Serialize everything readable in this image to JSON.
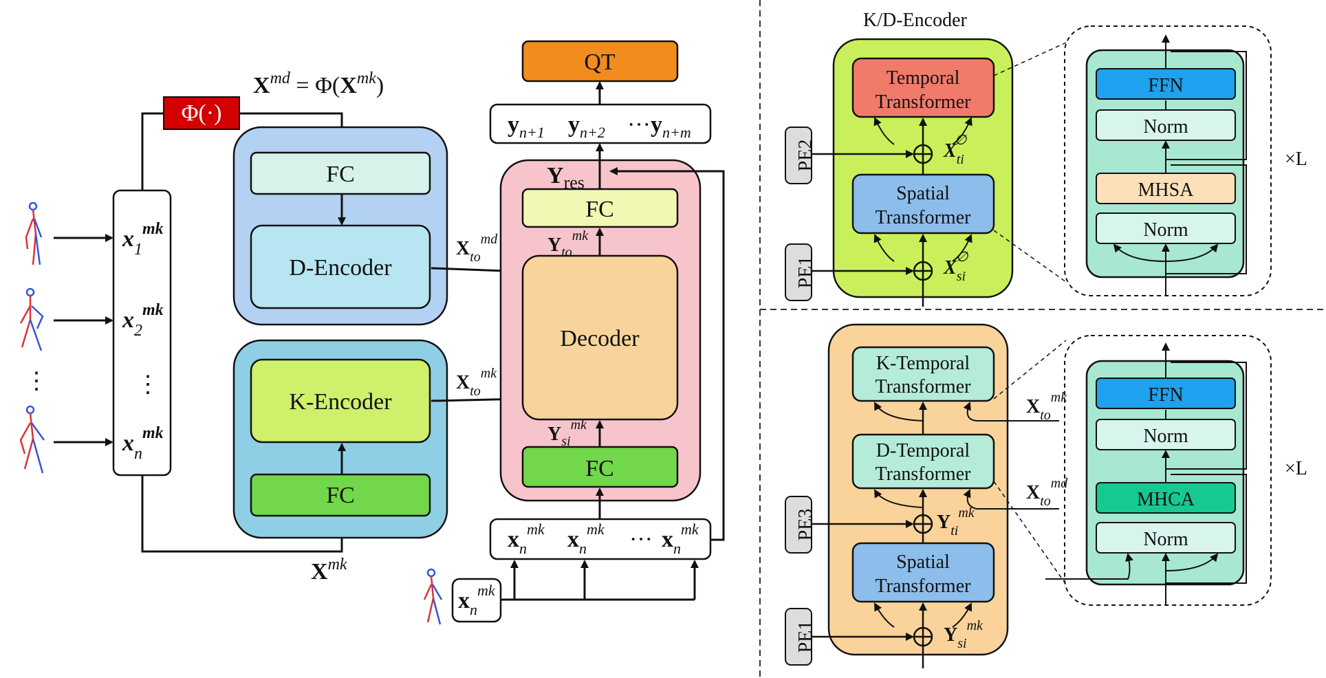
{
  "left": {
    "qt": "QT",
    "phi": "Φ(·)",
    "phi_eq": "X^md = Φ(X^mk)",
    "fc_top": "FC",
    "d_encoder": "D-Encoder",
    "k_encoder": "K-Encoder",
    "fc_k": "FC",
    "fc_dec_top": "FC",
    "decoder": "Decoder",
    "fc_dec_bottom": "FC",
    "y_res": "Y_res",
    "y_to_mk": "Y_to^mk",
    "y_si_mk": "Y_si^mk",
    "x_to_md": "X_to^md",
    "x_to_mk": "X_to^mk",
    "x_mk": "X^mk",
    "xn_mk": "x_n^mk",
    "outputs": [
      "y_{n+1}",
      "y_{n+2}",
      "···y_{n+m}"
    ],
    "inputs": [
      "x_1^mk",
      "x_2^mk",
      "⋮",
      "x_n^mk"
    ],
    "repeat_inputs": [
      "x_n^mk",
      "x_n^mk",
      "···",
      "x_n^mk"
    ]
  },
  "right_top": {
    "title": "K/D-Encoder",
    "temporal": "Temporal Transformer",
    "spatial": "Spatial Transformer",
    "pe1": "PE1",
    "pe2": "PE2",
    "x_ti": "X_ti^∅",
    "x_si": "X_si^∅",
    "ffn": "FFN",
    "norm1": "Norm",
    "mhsa": "MHSA",
    "norm2": "Norm",
    "times_l": "×L"
  },
  "right_bottom": {
    "k_temporal": "K-Temporal Transformer",
    "d_temporal": "D-Temporal Transformer",
    "spatial": "Spatial Transformer",
    "pe1": "PE1",
    "pe3": "PE3",
    "y_ti": "Y_ti^mk",
    "y_si": "Y_si^mk",
    "x_to_mk": "X_to^mk",
    "x_to_md": "X_to^md",
    "ffn": "FFN",
    "norm1": "Norm",
    "mhca": "MHCA",
    "norm2": "Norm",
    "times_l": "×L"
  },
  "colors": {
    "qt": "#F28C1C",
    "phi": "#D40000",
    "d_outer": "#B3D1F2",
    "d_fc": "#D7F2EA",
    "d_enc": "#B7E6F2",
    "k_outer": "#8FCFE6",
    "k_enc": "#CFF06B",
    "k_fc": "#72D74A",
    "dec_outer": "#F8C4CC",
    "dec_fc_top": "#F2F7B3",
    "decoder": "#F8D49A",
    "dec_fc_bottom": "#72D74A",
    "kd_outer": "#C9F05A",
    "temporal": "#F07B6A",
    "spatial": "#8DBDEB",
    "layer_bg": "#A8E8D0",
    "ffn": "#1EA1EE",
    "norm": "#D7F5EC",
    "mhsa": "#FCE0B8",
    "mhca": "#16C990",
    "bottom_outer": "#F9D39A",
    "temporal_teal": "#B4EBD9",
    "pe": "#DDDDDD"
  }
}
